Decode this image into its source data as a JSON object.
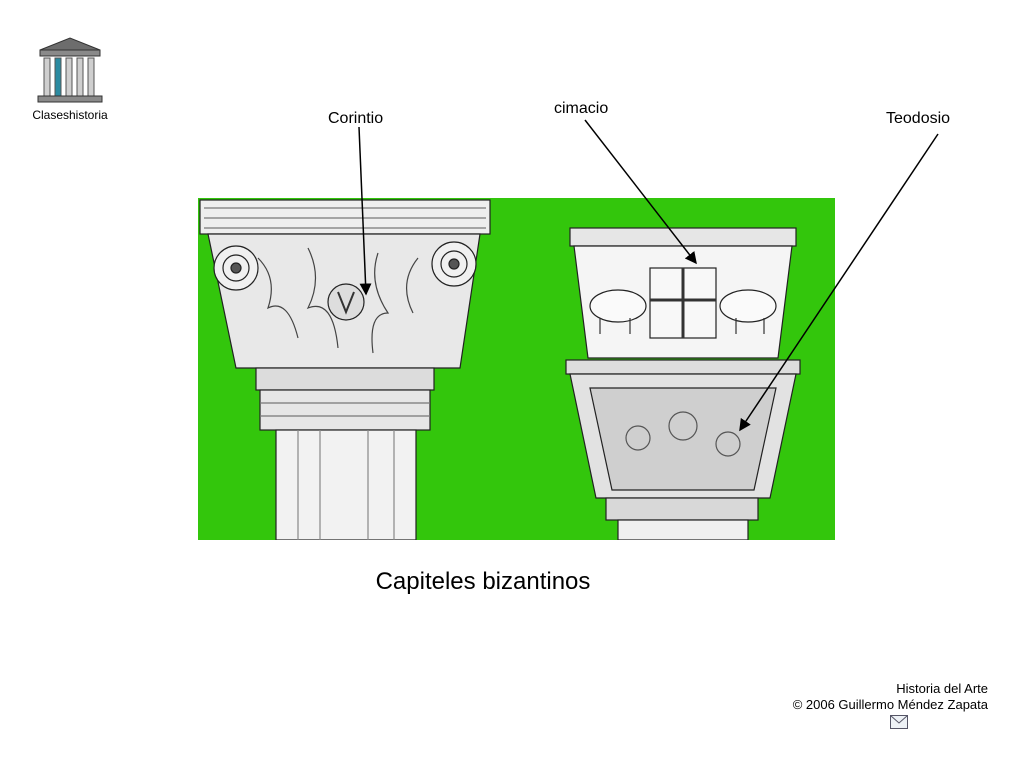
{
  "logo": {
    "label": "Claseshistoria",
    "icon": "temple-icon"
  },
  "annotations": {
    "corintio": "Corintio",
    "cimacio": "cimacio",
    "teodosio": "Teodosio"
  },
  "figure": {
    "background_color": "#33c60c",
    "subject": "byzantine-capitals-illustration"
  },
  "caption": "Capiteles bizantinos",
  "footer": {
    "line1": "Historia del Arte",
    "line2": "© 2006 Guillermo Méndez Zapata",
    "icon": "mail-icon"
  }
}
